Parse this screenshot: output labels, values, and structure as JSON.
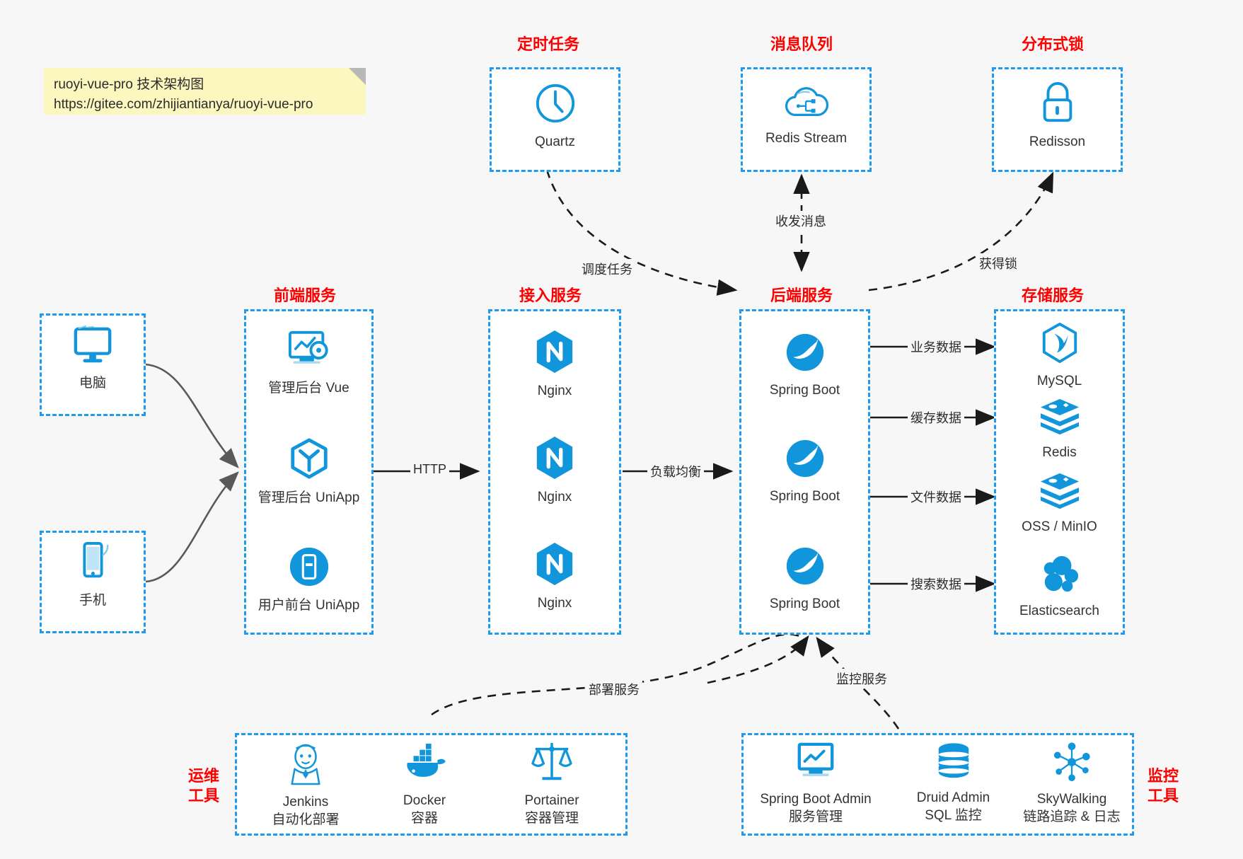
{
  "note": {
    "line1": "ruoyi-vue-pro 技术架构图",
    "line2": "https://gitee.com/zhijiantianya/ruoyi-vue-pro"
  },
  "colors": {
    "accent_blue": "#1e9bf0",
    "title_red": "#ff0000",
    "icon_blue": "#1296db",
    "arrow_gray": "#595959",
    "background": "#f7f7f7",
    "note_yellow": "#fcf7bf"
  },
  "groups": {
    "scheduled_task": {
      "title": "定时任务"
    },
    "message_queue": {
      "title": "消息队列"
    },
    "distributed_lock": {
      "title": "分布式锁"
    },
    "frontend_service": {
      "title": "前端服务"
    },
    "access_service": {
      "title": "接入服务"
    },
    "backend_service": {
      "title": "后端服务"
    },
    "storage_service": {
      "title": "存储服务"
    },
    "ops_tools": {
      "title_line1": "运维",
      "title_line2": "工具"
    },
    "monitor_tools": {
      "title_line1": "监控",
      "title_line2": "工具"
    }
  },
  "clients": [
    {
      "label": "电脑",
      "icon": "monitor-icon"
    },
    {
      "label": "手机",
      "icon": "phone-icon"
    }
  ],
  "scheduled_task_nodes": [
    {
      "label": "Quartz",
      "icon": "clock-icon"
    }
  ],
  "message_queue_nodes": [
    {
      "label": "Redis Stream",
      "icon": "cloud-network-icon"
    }
  ],
  "distributed_lock_nodes": [
    {
      "label": "Redisson",
      "icon": "lock-icon"
    }
  ],
  "frontend_nodes": [
    {
      "label": "管理后台 Vue",
      "icon": "dashboard-gear-icon"
    },
    {
      "label": "管理后台 UniApp",
      "icon": "uniapp-hexagon-icon"
    },
    {
      "label": "用户前台 UniApp",
      "icon": "mobile-app-icon"
    }
  ],
  "access_nodes": [
    {
      "label": "Nginx",
      "icon": "nginx-icon"
    },
    {
      "label": "Nginx",
      "icon": "nginx-icon"
    },
    {
      "label": "Nginx",
      "icon": "nginx-icon"
    }
  ],
  "backend_nodes": [
    {
      "label": "Spring Boot",
      "icon": "spring-boot-icon"
    },
    {
      "label": "Spring Boot",
      "icon": "spring-boot-icon"
    },
    {
      "label": "Spring Boot",
      "icon": "spring-boot-icon"
    }
  ],
  "storage_nodes": [
    {
      "label": "MySQL",
      "icon": "mysql-icon"
    },
    {
      "label": "Redis",
      "icon": "redis-icon"
    },
    {
      "label": "OSS / MinIO",
      "icon": "oss-minio-icon"
    },
    {
      "label": "Elasticsearch",
      "icon": "elasticsearch-icon"
    }
  ],
  "ops_nodes": [
    {
      "label": "Jenkins",
      "sublabel": "自动化部署",
      "icon": "jenkins-icon"
    },
    {
      "label": "Docker",
      "sublabel": "容器",
      "icon": "docker-icon"
    },
    {
      "label": "Portainer",
      "sublabel": "容器管理",
      "icon": "portainer-scale-icon"
    }
  ],
  "monitor_nodes": [
    {
      "label": "Spring Boot Admin",
      "sublabel": "服务管理",
      "icon": "monitor-chart-icon"
    },
    {
      "label": "Druid Admin",
      "sublabel": "SQL 监控",
      "icon": "database-icon"
    },
    {
      "label": "SkyWalking",
      "sublabel": "链路追踪 & 日志",
      "icon": "skywalking-icon"
    }
  ],
  "edge_labels": {
    "http": "HTTP",
    "load_balance": "负载均衡",
    "schedule_task": "调度任务",
    "send_receive_message": "收发消息",
    "acquire_lock": "获得锁",
    "business_data": "业务数据",
    "cache_data": "缓存数据",
    "file_data": "文件数据",
    "search_data": "搜索数据",
    "deploy_service": "部署服务",
    "monitor_service": "监控服务"
  }
}
